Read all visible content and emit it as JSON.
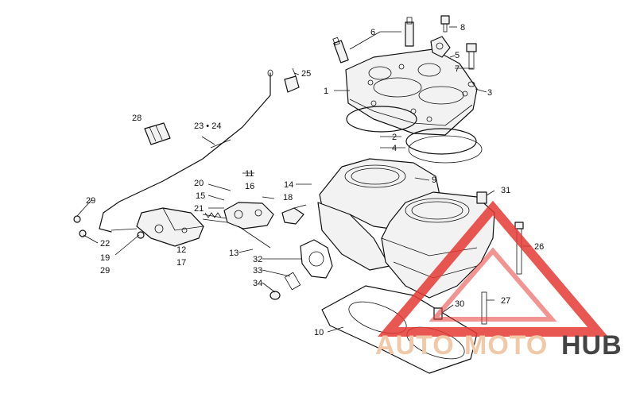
{
  "diagram": {
    "callouts": [
      {
        "id": "n1",
        "text": "1"
      },
      {
        "id": "n2",
        "text": "2"
      },
      {
        "id": "n3",
        "text": "3"
      },
      {
        "id": "n4",
        "text": "4"
      },
      {
        "id": "n5",
        "text": "5"
      },
      {
        "id": "n6",
        "text": "6"
      },
      {
        "id": "n7",
        "text": "7"
      },
      {
        "id": "n8",
        "text": "8"
      },
      {
        "id": "n9",
        "text": "9"
      },
      {
        "id": "n10",
        "text": "10"
      },
      {
        "id": "n11",
        "text": "11"
      },
      {
        "id": "n12",
        "text": "12"
      },
      {
        "id": "n13",
        "text": "13"
      },
      {
        "id": "n14",
        "text": "14"
      },
      {
        "id": "n15",
        "text": "15"
      },
      {
        "id": "n16",
        "text": "16"
      },
      {
        "id": "n17",
        "text": "17"
      },
      {
        "id": "n18",
        "text": "18"
      },
      {
        "id": "n19",
        "text": "19"
      },
      {
        "id": "n20",
        "text": "20"
      },
      {
        "id": "n21",
        "text": "21"
      },
      {
        "id": "n22",
        "text": "22"
      },
      {
        "id": "n2324",
        "text": "23 • 24"
      },
      {
        "id": "n25",
        "text": "25"
      },
      {
        "id": "n26",
        "text": "26"
      },
      {
        "id": "n27",
        "text": "27"
      },
      {
        "id": "n28",
        "text": "28"
      },
      {
        "id": "n29a",
        "text": "29"
      },
      {
        "id": "n29b",
        "text": "29"
      },
      {
        "id": "n30",
        "text": "30"
      },
      {
        "id": "n31",
        "text": "31"
      },
      {
        "id": "n32",
        "text": "32"
      },
      {
        "id": "n33",
        "text": "33"
      },
      {
        "id": "n34",
        "text": "34"
      }
    ]
  },
  "watermark": {
    "part1": "AUTO",
    "part2": "MOTO",
    "part3": "HUB",
    "color_auto": "#f2c9a8",
    "color_moto": "#f2c9a8",
    "color_hub": "#444444",
    "triangle_color": "#e53935"
  }
}
